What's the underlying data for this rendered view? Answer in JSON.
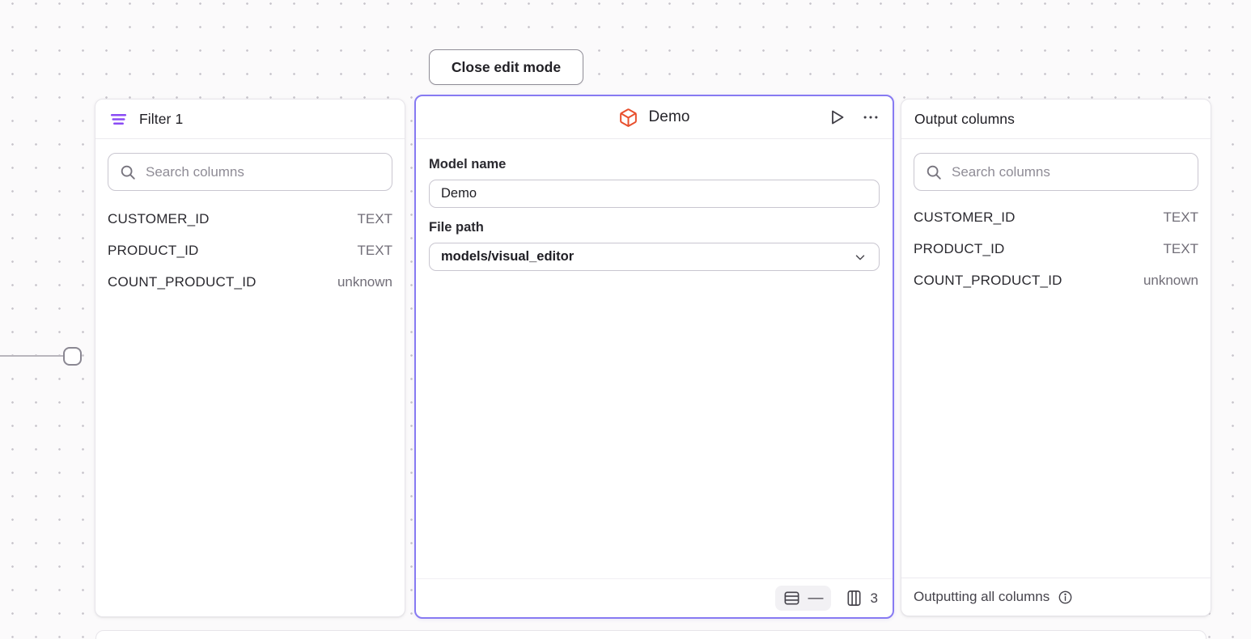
{
  "canvas": {
    "background_color": "#fbfafb",
    "dot_color": "#c7c4cb"
  },
  "colors": {
    "accent_purple": "#8a4bf5",
    "selected_border_purple": "#877af2",
    "model_icon_orange": "#e8502e",
    "panel_border": "#e7e5ea",
    "icon_dark": "#3f3d45"
  },
  "toolbar": {
    "close_edit_mode_label": "Close edit mode"
  },
  "columns": [
    {
      "name": "CUSTOMER_ID",
      "type": "TEXT"
    },
    {
      "name": "PRODUCT_ID",
      "type": "TEXT"
    },
    {
      "name": "COUNT_PRODUCT_ID",
      "type": "unknown"
    }
  ],
  "filter_panel": {
    "title": "Filter 1",
    "icon": "filter-icon",
    "search_placeholder": "Search columns"
  },
  "model_panel": {
    "title": "Demo",
    "icon": "model-cube-icon",
    "model_name_label": "Model name",
    "model_name_value": "Demo",
    "file_path_label": "File path",
    "file_path_value": "models/visual_editor",
    "footer": {
      "row_count": "—",
      "column_count": "3"
    }
  },
  "output_panel": {
    "title": "Output columns",
    "search_placeholder": "Search columns",
    "footer_text": "Outputting all columns"
  }
}
